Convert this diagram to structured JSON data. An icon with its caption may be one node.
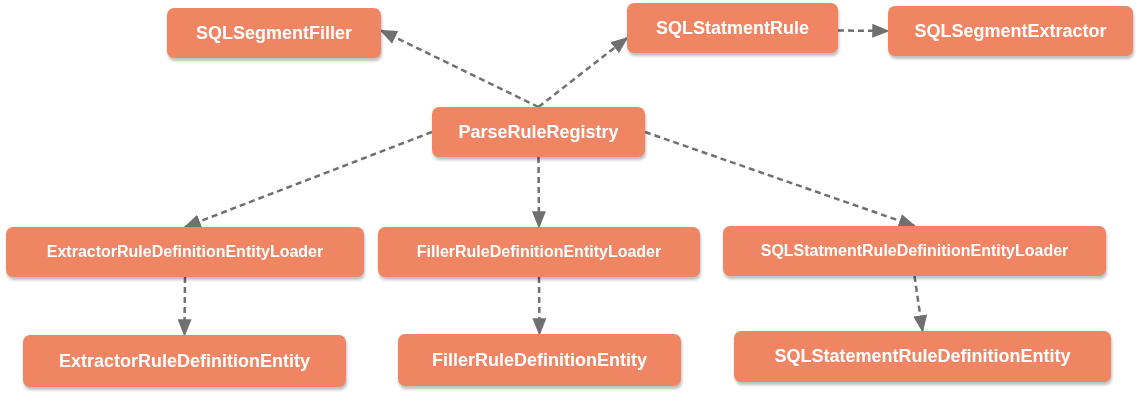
{
  "diagram": {
    "nodes": [
      {
        "text": [
          "SQLSegmentFiller"
        ]
      },
      {
        "text": [
          "SQLStatmentRule"
        ]
      },
      {
        "text": [
          "SQLSegmentExtractor"
        ]
      },
      {
        "text": [
          "ParseRuleRegistry"
        ]
      },
      {
        "text": [
          "ExtractorRuleDefinitionEntityLoader"
        ]
      },
      {
        "text": [
          "FillerRuleDefinitionEntityLoader"
        ]
      },
      {
        "text": [
          "SQLStatmentRuleDefinitionEntityLoader"
        ]
      },
      {
        "text": [
          "ExtractorRuleDefinitionEntity"
        ]
      },
      {
        "text": [
          "FillerRuleDefinitionEntity"
        ]
      },
      {
        "text": [
          "SQLStatementRuleDefinitionEntity"
        ]
      }
    ],
    "edges": [
      {
        "from": 3,
        "to": 0,
        "arrow": "to"
      },
      {
        "from": 3,
        "to": 1,
        "arrow": "to"
      },
      {
        "from": 1,
        "to": 2,
        "arrow": "to"
      },
      {
        "from": 3,
        "to": 4,
        "arrow": "to"
      },
      {
        "from": 3,
        "to": 5,
        "arrow": "to"
      },
      {
        "from": 3,
        "to": 6,
        "arrow": "to"
      },
      {
        "from": 4,
        "to": 7,
        "arrow": "to"
      },
      {
        "from": 5,
        "to": 8,
        "arrow": "to"
      },
      {
        "from": 6,
        "to": 9,
        "arrow": "to"
      }
    ]
  }
}
